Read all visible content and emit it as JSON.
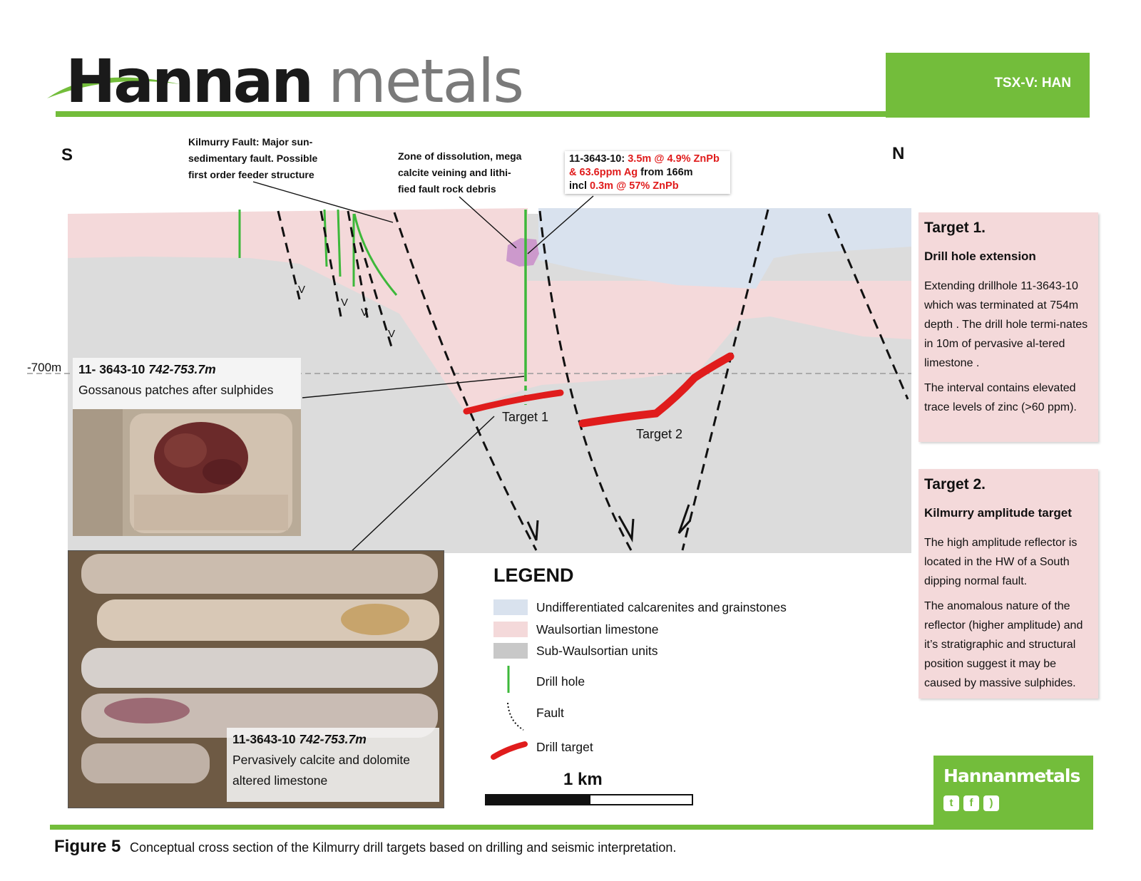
{
  "header": {
    "logo_part1": "Hannan",
    "logo_part2": "metals",
    "ticker": "TSX-V: HAN",
    "brand_green": "#73bd3b"
  },
  "compass": {
    "south": "S",
    "north": "N"
  },
  "annotations": {
    "fault": [
      "Kilmurry Fault: Major sun-",
      "sedimentary fault.  Possible",
      "first order feeder structure"
    ],
    "dissolution": [
      "Zone of dissolution, mega",
      "calcite veining and lithi-",
      "fied fault rock debris"
    ],
    "result": {
      "line1_id": "11-3643-10: ",
      "line1_red": "3.5m @ 4.9% ZnPb",
      "line2_red": "& 63.6ppm Ag",
      "line2_black": " from 166m",
      "line3_black": "incl ",
      "line3_red": "0.3m @ 57% ZnPb"
    }
  },
  "depth_label": "-700m",
  "targets": {
    "target1": "Target 1",
    "target2": "Target 2",
    "fault_tick": "V"
  },
  "side_boxes": {
    "target1": {
      "title": "Target 1.",
      "subtitle": "Drill hole extension",
      "p1": "Extending drillhole 11-3643-10 which was terminated at 754m depth . The drill hole termi-nates in 10m of pervasive al-tered limestone .",
      "p2": "The interval contains elevated trace levels of zinc (>60 ppm)."
    },
    "target2": {
      "title": "Target 2.",
      "subtitle": "Kilmurry amplitude target",
      "p1": "The high amplitude reflector is located in the HW of a South dipping normal fault.",
      "p2": "The anomalous nature of the reflector (higher amplitude) and it’s stratigraphic and structural position suggest it may be caused by massive sulphides."
    }
  },
  "photos": {
    "top": {
      "id": "11- 3643-10 ",
      "depth": "742-753.7m",
      "desc": "Gossanous patches after sulphides"
    },
    "bottom": {
      "id": "11-3643-10 ",
      "depth": "742-753.7m",
      "desc1": "Pervasively calcite and dolomite",
      "desc2": "altered limestone"
    }
  },
  "legend": {
    "title": "LEGEND",
    "items": [
      {
        "label": "Undifferentiated calcarenites and grainstones",
        "color": "#d9e2ee"
      },
      {
        "label": "Waulsortian limestone",
        "color": "#f4d9da"
      },
      {
        "label": "Sub-Waulsortian units",
        "color": "#c8c8c8"
      },
      {
        "label": "Drill hole",
        "color": "#3db83a"
      },
      {
        "label": "Fault",
        "color": "#111111"
      },
      {
        "label": "Drill target",
        "color": "#e01c1c"
      }
    ],
    "scale": "1 km"
  },
  "footer": {
    "logo": "Hannanmetals",
    "icons": [
      "twitter-icon",
      "facebook-icon",
      "rss-icon"
    ],
    "figure_label": "Figure 5",
    "caption": "Conceptual cross section of the Kilmurry drill targets based on drilling and seismic interpretation."
  }
}
